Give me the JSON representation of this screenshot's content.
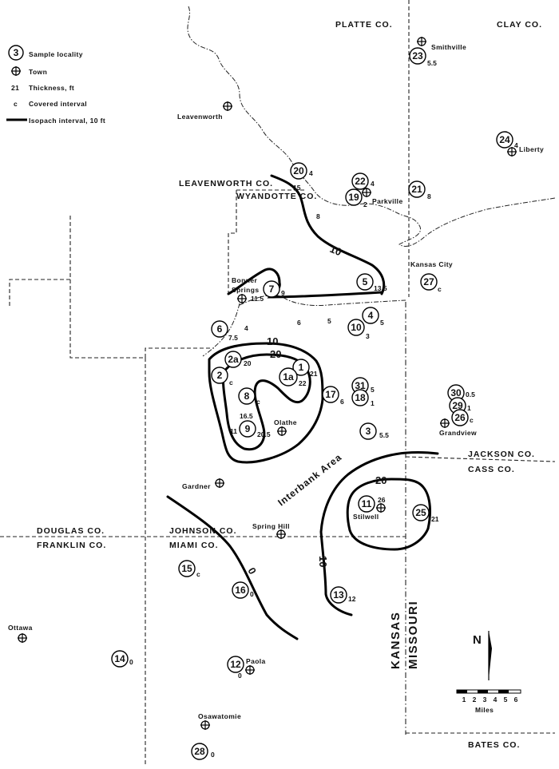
{
  "legend": {
    "sample_symbol": "3",
    "sample_label": "Sample locality",
    "town_label": "Town",
    "thickness_symbol": "21",
    "thickness_label": "Thickness, ft",
    "covered_symbol": "c",
    "covered_label": "Covered interval",
    "isopach_label": "Isopach interval, 10 ft"
  },
  "counties": {
    "platte": "PLATTE CO.",
    "clay": "CLAY CO.",
    "leavenworth": "LEAVENWORTH CO.",
    "wyandotte": "WYANDOTTE CO.",
    "jackson": "JACKSON CO.",
    "cass": "CASS CO.",
    "douglas": "DOUGLAS CO.",
    "franklin": "FRANKLIN CO.",
    "johnson": "JOHNSON CO.",
    "miami": "MIAMI CO.",
    "bates": "BATES CO."
  },
  "states": {
    "kansas": "KANSAS",
    "missouri": "MISSOURI"
  },
  "towns": {
    "smithville": "Smithville",
    "leavenworth": "Leavenworth",
    "liberty": "Liberty",
    "parkville": "Parkville",
    "kansas_city": "Kansas City",
    "bonner_1": "Bonner",
    "bonner_2": "Springs",
    "olathe": "Olathe",
    "grandview": "Grandview",
    "gardner": "Gardner",
    "spring_hill": "Spring Hill",
    "stilwell": "Stilwell",
    "ottawa": "Ottawa",
    "paola": "Paola",
    "osawatomie": "Osawatomie"
  },
  "area_label": "Interbank Area",
  "isopach_values": {
    "a": "10",
    "b": "10",
    "c": "20",
    "d": "20",
    "e": "10",
    "f": "0"
  },
  "localities": {
    "l23": {
      "num": "23",
      "thick": "5.5"
    },
    "l24": {
      "num": "24",
      "thick": "4"
    },
    "l20": {
      "num": "20",
      "thick": "4"
    },
    "l22": {
      "num": "22",
      "thick": "4"
    },
    "l19": {
      "num": "19",
      "thick": "2"
    },
    "l21": {
      "num": "21",
      "thick": "8"
    },
    "l27": {
      "num": "27",
      "thick": "c"
    },
    "l5": {
      "num": "5",
      "thick": "13.5"
    },
    "l7": {
      "num": "7",
      "thick": "9"
    },
    "l4": {
      "num": "4",
      "thick": "5"
    },
    "l10": {
      "num": "10",
      "thick": "3"
    },
    "l6": {
      "num": "6",
      "thick": "7.5"
    },
    "l2a": {
      "num": "2a",
      "thick": "20"
    },
    "l1": {
      "num": "1",
      "thick": "21"
    },
    "l1a": {
      "num": "1a",
      "thick": "22"
    },
    "l2": {
      "num": "2",
      "thick": "c"
    },
    "l8": {
      "num": "8",
      "thick": "c"
    },
    "l9": {
      "num": "9",
      "thick": "20.5"
    },
    "l31": {
      "num": "31",
      "thick": "5"
    },
    "l18": {
      "num": "18",
      "thick": "1"
    },
    "l17": {
      "num": "17",
      "thick": "6"
    },
    "l3": {
      "num": "3",
      "thick": "5.5"
    },
    "l30": {
      "num": "30",
      "thick": "0.5"
    },
    "l29": {
      "num": "29",
      "thick": "1"
    },
    "l26": {
      "num": "26",
      "thick": "c"
    },
    "l11": {
      "num": "11",
      "thick": "26"
    },
    "l25": {
      "num": "25",
      "thick": "21"
    },
    "l15": {
      "num": "15",
      "thick": "c"
    },
    "l16": {
      "num": "16",
      "thick": "0"
    },
    "l13": {
      "num": "13",
      "thick": "12"
    },
    "l14": {
      "num": "14",
      "thick": "0"
    },
    "l12": {
      "num": "12",
      "thick": "0"
    },
    "l28": {
      "num": "28",
      "thick": "0"
    }
  },
  "extra_thickness": {
    "t15": "15",
    "t8": "8",
    "t115": "11.5",
    "t6": "6",
    "t5b": "5",
    "t4b": "4",
    "t165": "16.5",
    "t11": "11"
  },
  "north": {
    "label": "N"
  },
  "scale": {
    "ticks": [
      "1",
      "2",
      "3",
      "4",
      "5",
      "6"
    ],
    "unit": "Miles"
  }
}
